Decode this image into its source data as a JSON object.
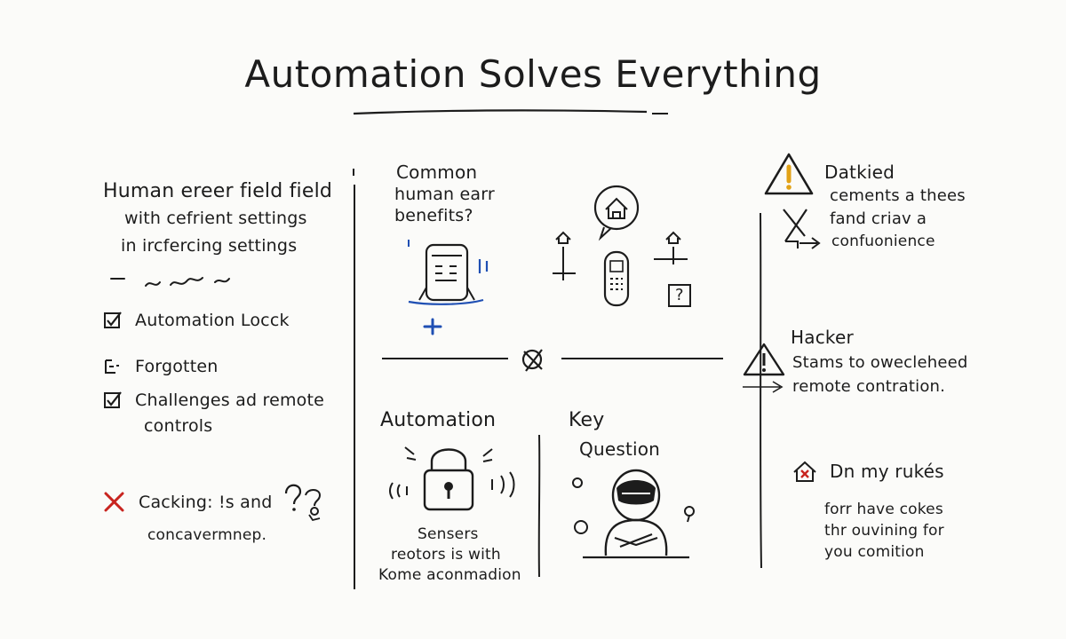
{
  "title": "Automation Solves Everything",
  "left": {
    "intro_lines": [
      "Human ereer field field",
      "with cefrient settings",
      "in ircfercing settings"
    ],
    "checklist": [
      {
        "marker": "check",
        "label": "Automation Locck"
      },
      {
        "marker": "box-small",
        "label": "Forgotten"
      },
      {
        "marker": "check",
        "label": "Challenges ad remote"
      }
    ],
    "checklist_continued": "controls",
    "bottom_lines": [
      "Cacking: !s and",
      "concavermnep."
    ]
  },
  "middle": {
    "top_lines": [
      "Common",
      "human earr",
      "benefits?"
    ],
    "automation_label": "Automation",
    "caption_lines": [
      "Sensers",
      "reotors is with",
      "Kome aconmadion"
    ],
    "key_question_lines": [
      "Key",
      "Question"
    ]
  },
  "right": {
    "top_lines": [
      "Datkied",
      "cements a thees",
      "fand criav a",
      "confuonience"
    ],
    "hacker_lines": [
      "Hacker",
      "Stams to owecleheed",
      "remote contration."
    ],
    "rules_label": "Dn my rukés",
    "bottom_lines": [
      "forr have cokes",
      "thr ouvining for",
      "you comition"
    ]
  },
  "icon_labels": {
    "mystery_icon": "?"
  }
}
